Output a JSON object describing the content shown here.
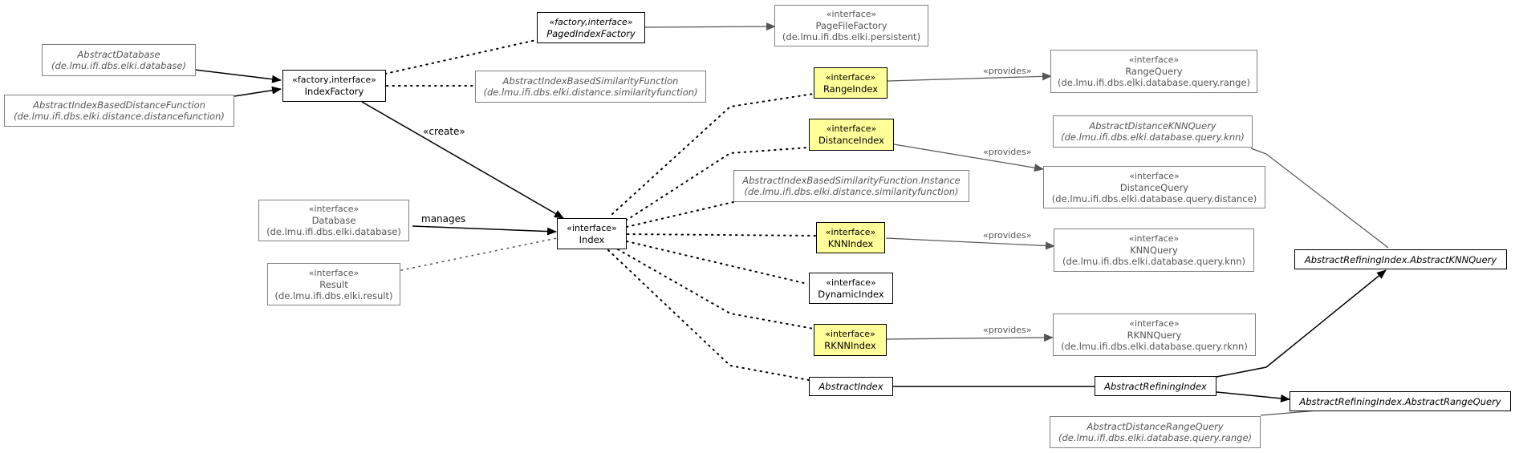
{
  "nodes": {
    "abstract_database": {
      "name": "AbstractDatabase",
      "package": "(de.lmu.ifi.dbs.elki.database)"
    },
    "abstract_index_based_distance_function": {
      "name": "AbstractIndexBasedDistanceFunction",
      "package": "(de.lmu.ifi.dbs.elki.distance.distancefunction)"
    },
    "index_factory": {
      "stereotype": "«factory,interface»",
      "name": "IndexFactory"
    },
    "paged_index_factory": {
      "stereotype": "«factory,interface»",
      "name": "PagedIndexFactory"
    },
    "page_file_factory": {
      "stereotype": "«interface»",
      "name": "PageFileFactory",
      "package": "(de.lmu.ifi.dbs.elki.persistent)"
    },
    "abstract_index_based_similarity_function": {
      "name": "AbstractIndexBasedSimilarityFunction",
      "package": "(de.lmu.ifi.dbs.elki.distance.similarityfunction)"
    },
    "database": {
      "stereotype": "«interface»",
      "name": "Database",
      "package": "(de.lmu.ifi.dbs.elki.database)"
    },
    "result": {
      "stereotype": "«interface»",
      "name": "Result",
      "package": "(de.lmu.ifi.dbs.elki.result)"
    },
    "index": {
      "stereotype": "«interface»",
      "name": "Index"
    },
    "range_index": {
      "stereotype": "«interface»",
      "name": "RangeIndex"
    },
    "distance_index": {
      "stereotype": "«interface»",
      "name": "DistanceIndex"
    },
    "similarity_function_instance": {
      "name": "AbstractIndexBasedSimilarityFunction.Instance",
      "package": "(de.lmu.ifi.dbs.elki.distance.similarityfunction)"
    },
    "knn_index": {
      "stereotype": "«interface»",
      "name": "KNNIndex"
    },
    "dynamic_index": {
      "stereotype": "«interface»",
      "name": "DynamicIndex"
    },
    "rknn_index": {
      "stereotype": "«interface»",
      "name": "RKNNIndex"
    },
    "abstract_index": {
      "name": "AbstractIndex"
    },
    "range_query": {
      "stereotype": "«interface»",
      "name": "RangeQuery",
      "package": "(de.lmu.ifi.dbs.elki.database.query.range)"
    },
    "abstract_distance_knn_query": {
      "name": "AbstractDistanceKNNQuery",
      "package": "(de.lmu.ifi.dbs.elki.database.query.knn)"
    },
    "distance_query": {
      "stereotype": "«interface»",
      "name": "DistanceQuery",
      "package": "(de.lmu.ifi.dbs.elki.database.query.distance)"
    },
    "knn_query": {
      "stereotype": "«interface»",
      "name": "KNNQuery",
      "package": "(de.lmu.ifi.dbs.elki.database.query.knn)"
    },
    "rknn_query": {
      "stereotype": "«interface»",
      "name": "RKNNQuery",
      "package": "(de.lmu.ifi.dbs.elki.database.query.rknn)"
    },
    "abstract_refining_index": {
      "name": "AbstractRefiningIndex"
    },
    "abstract_refining_index_knn_query": {
      "name": "AbstractRefiningIndex.AbstractKNNQuery"
    },
    "abstract_refining_index_range_query": {
      "name": "AbstractRefiningIndex.AbstractRangeQuery"
    },
    "abstract_distance_range_query": {
      "name": "AbstractDistanceRangeQuery",
      "package": "(de.lmu.ifi.dbs.elki.database.query.range)"
    }
  },
  "edge_labels": {
    "create": "«create»",
    "manages": "manages",
    "provides_range": "«provides»",
    "provides_distance": "«provides»",
    "provides_knn": "«provides»",
    "provides_rknn": "«provides»"
  },
  "colors": {
    "highlight": "#ffff99",
    "strong_border": "#000000",
    "light_border": "#808080",
    "light_text": "#555555"
  }
}
